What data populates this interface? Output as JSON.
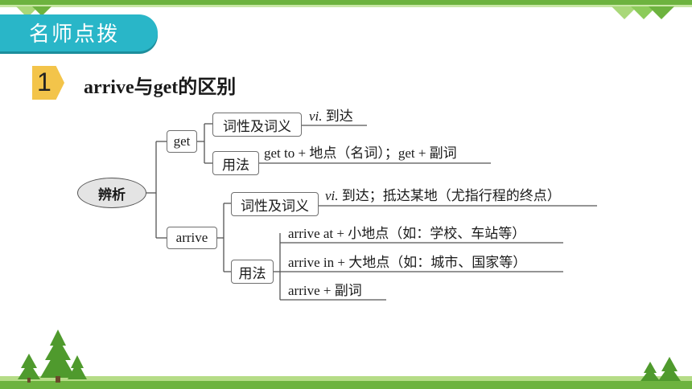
{
  "section_label": "名师点拨",
  "item_number": "1",
  "heading": "arrive与get的区别",
  "root": "辨析",
  "get": {
    "label": "get",
    "pos_label": "词性及词义",
    "pos_value_italic": "vi.",
    "pos_value_text": " 到达",
    "usage_label": "用法",
    "usage_value": "get to + 地点（名词）；get + 副词"
  },
  "arrive": {
    "label": "arrive",
    "pos_label": "词性及词义",
    "pos_value_italic": "vi.",
    "pos_value_text": " 到达；抵达某地（尤指行程的终点）",
    "usage_label": "用法",
    "usage_values": [
      "arrive at + 小地点（如：学校、车站等）",
      "arrive in + 大地点（如：城市、国家等）",
      "arrive  + 副词"
    ]
  },
  "colors": {
    "accent": "#29b6c8",
    "badge": "#f3c44a",
    "border_green": "#6db33f"
  }
}
